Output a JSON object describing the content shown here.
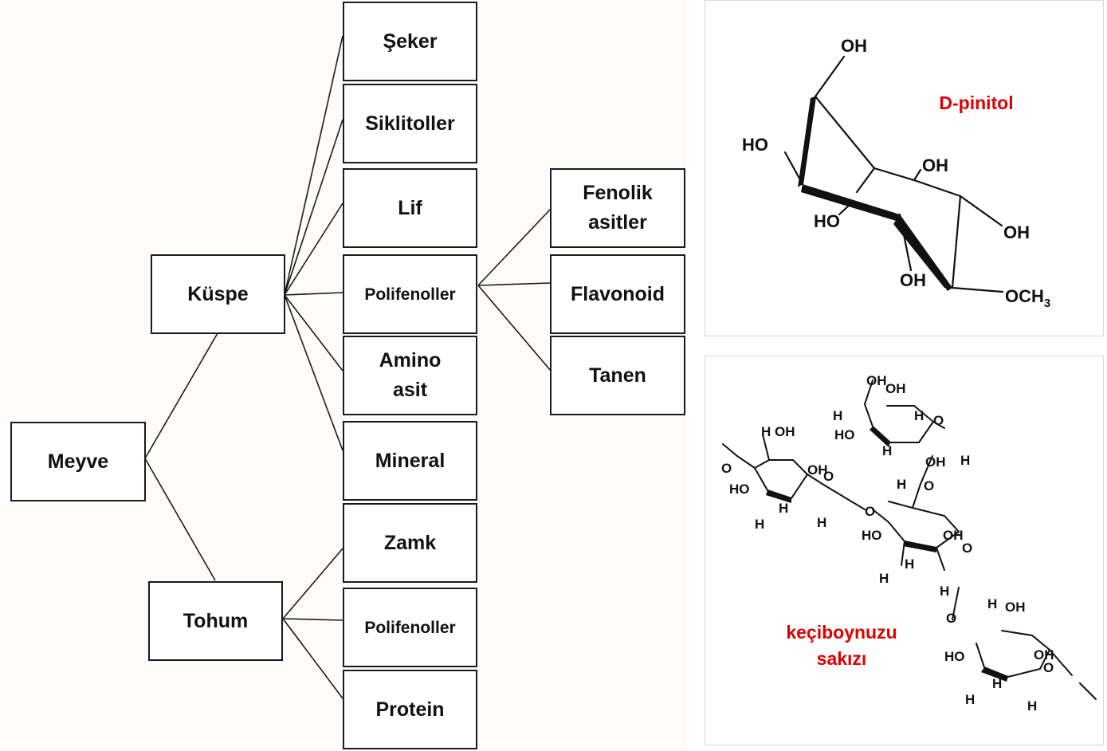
{
  "tree": {
    "root": "Meyve",
    "pulp": {
      "label": "Küspe",
      "children": [
        "Şeker",
        "Siklitoller",
        "Lif",
        "Polifenoller",
        "Amino asit",
        "Mineral"
      ]
    },
    "seed": {
      "label": "Tohum",
      "children": [
        "Zamk",
        "Polifenoller",
        "Protein"
      ]
    },
    "polyphenol_children": [
      "Fenolik asitler",
      "Flavonoid",
      "Tanen"
    ]
  },
  "structures": {
    "pinitol_label": "D-pinitol",
    "gum_label": "keçiboynuzu sakızı"
  }
}
